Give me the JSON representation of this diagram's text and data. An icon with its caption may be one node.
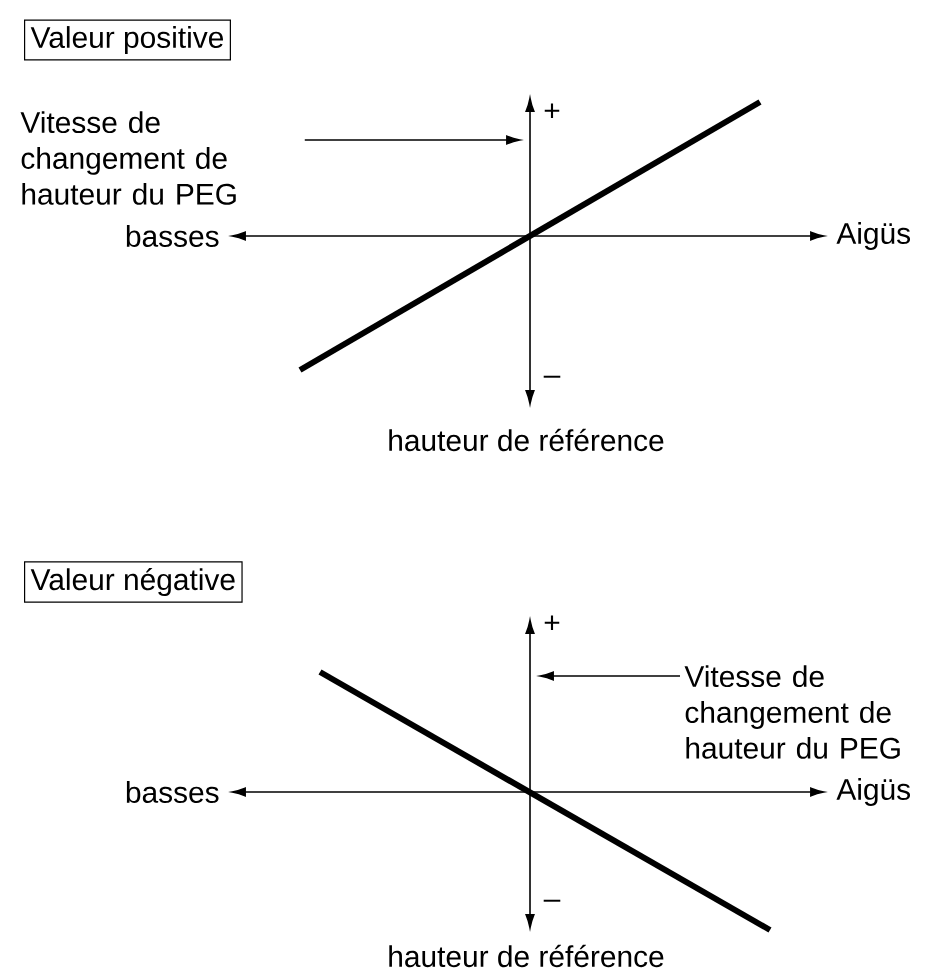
{
  "diagram": {
    "nodes": [
      {
        "text": [
          "Valeur positive"
        ]
      },
      {
        "text": [
          "Vitesse de changement de hauteur du PEG"
        ]
      },
      {
        "text": [
          "basses"
        ]
      },
      {
        "text": [
          "Aigüs"
        ]
      },
      {
        "text": [
          "Valeur négative"
        ]
      },
      {
        "text": [
          "Vitesse de changement de hauteur du PEG"
        ]
      },
      {
        "text": [
          "basses"
        ]
      },
      {
        "text": [
          "Aigüs"
        ]
      }
    ],
    "edges": [
      {
        "from": 1,
        "to": null,
        "arrow": "to"
      },
      {
        "from": 2,
        "to": 3,
        "arrow": "both"
      },
      {
        "from": 5,
        "to": null,
        "arrow": "to"
      },
      {
        "from": 6,
        "to": 7,
        "arrow": "both"
      }
    ],
    "labels": [
      "+",
      "–",
      "hauteur de référence",
      "+",
      "–",
      "hauteur de référence"
    ]
  }
}
